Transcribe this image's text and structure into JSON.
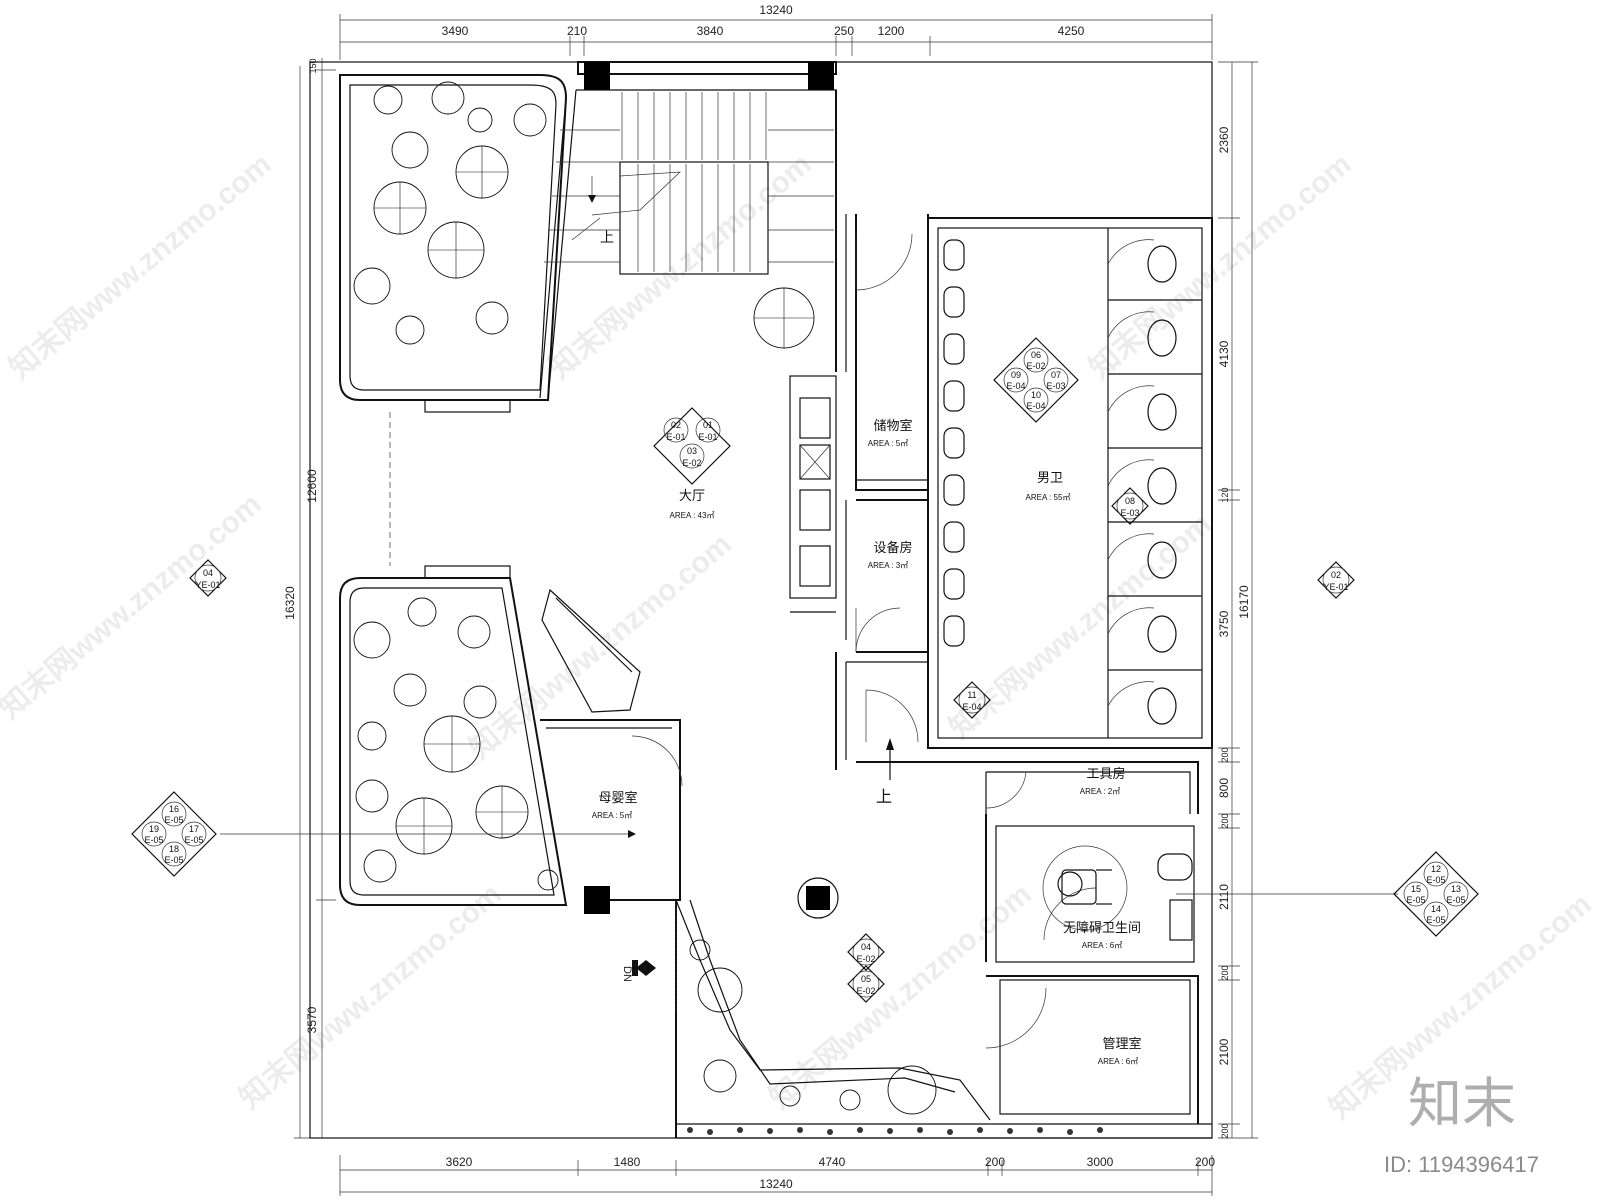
{
  "dimensions": {
    "top_total": "13240",
    "top": [
      "3490",
      "210",
      "3840",
      "250",
      "1200",
      "4250"
    ],
    "bottom": [
      "3620",
      "1480",
      "4740",
      "200",
      "3000",
      "200"
    ],
    "bottom_total": "13240",
    "left_outer": "16320",
    "left": [
      "150",
      "12600",
      "3570"
    ],
    "right_outer": "16170",
    "right": [
      "2360",
      "4130",
      "120",
      "3750",
      "200",
      "800",
      "200",
      "2110",
      "200",
      "2100",
      "200"
    ]
  },
  "rooms": [
    {
      "name": "大厅",
      "area": "AREA : 43㎡"
    },
    {
      "name": "储物室",
      "area": "AREA : 5㎡"
    },
    {
      "name": "设备房",
      "area": "AREA : 3㎡"
    },
    {
      "name": "男卫",
      "area": "AREA : 55㎡"
    },
    {
      "name": "工具房",
      "area": "AREA : 2㎡"
    },
    {
      "name": "母婴室",
      "area": "AREA : 5㎡"
    },
    {
      "name": "无障碍卫生间",
      "area": "AREA : 6㎡"
    },
    {
      "name": "管理室",
      "area": "AREA : 6㎡"
    }
  ],
  "stair_labels": [
    "上",
    "上"
  ],
  "entry_label": "DN",
  "tags": {
    "hall": [
      "02",
      "E-01",
      "01",
      "E-01",
      "03",
      "E-02"
    ],
    "mens": [
      "06",
      "E-02",
      "09",
      "E-04",
      "07",
      "E-03",
      "10",
      "E-04"
    ],
    "stall": [
      "08",
      "E-03"
    ],
    "mens_lower": [
      "11",
      "E-04"
    ],
    "center_a": [
      "04",
      "E-02"
    ],
    "center_b": [
      "05",
      "E-02"
    ],
    "left_elev": [
      "04",
      "YE-01"
    ],
    "right_elev": [
      "02",
      "YE-01"
    ],
    "left_section": [
      "16",
      "E-05",
      "19",
      "E-05",
      "17",
      "E-05",
      "18",
      "E-05"
    ],
    "right_section": [
      "12",
      "E-05",
      "15",
      "E-05",
      "13",
      "E-05",
      "14",
      "E-05"
    ]
  },
  "watermark": "知末网www.znzmo.com",
  "brand": "知末",
  "image_id": "ID: 1194396417"
}
